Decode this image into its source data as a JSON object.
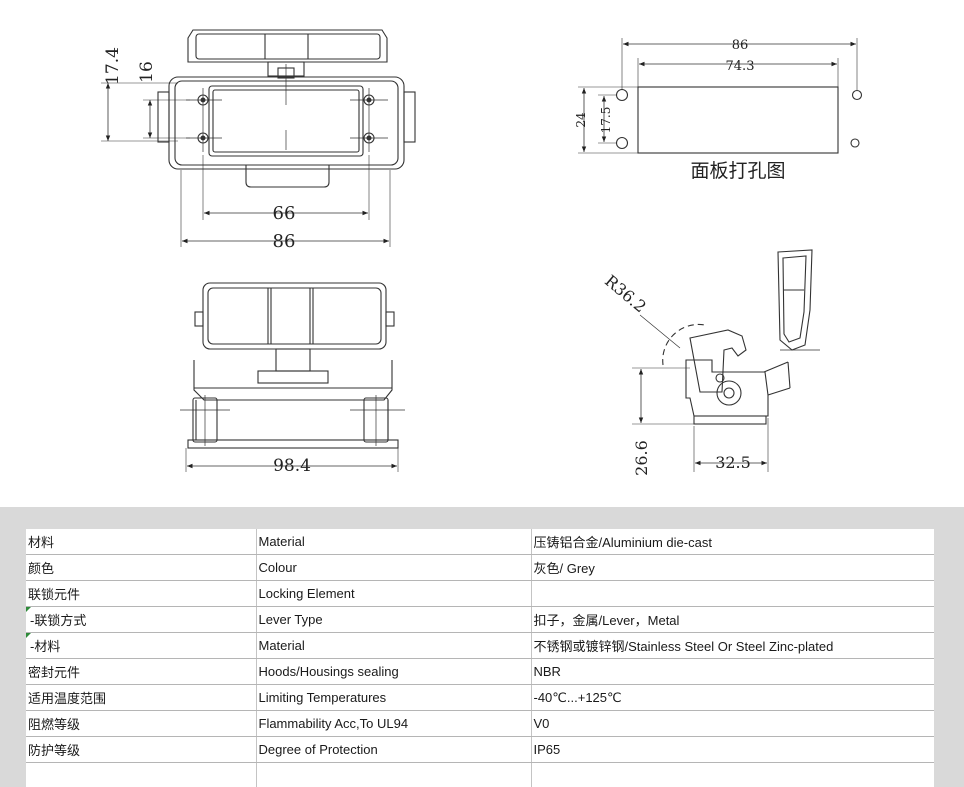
{
  "drawing": {
    "top_view": {
      "dims": [
        "17.4",
        "16",
        "66",
        "86"
      ]
    },
    "panel_cutout": {
      "dims": [
        "86",
        "74.3",
        "24",
        "17.5"
      ],
      "caption": "面板打孔图"
    },
    "front_view": {
      "dims": [
        "98.4"
      ]
    },
    "side_view": {
      "dims": [
        "R36.2",
        "26.6",
        "32.5"
      ]
    }
  },
  "spec_table": {
    "rows": [
      {
        "cn": "材料",
        "en": "Material",
        "value": "压铸铝合金/Aluminium die-cast",
        "sub": false
      },
      {
        "cn": "颜色",
        "en": "Colour",
        "value": "灰色/ Grey",
        "sub": false
      },
      {
        "cn": "联锁元件",
        "en": "Locking Element",
        "value": "",
        "sub": false
      },
      {
        "cn": " -联锁方式",
        "en": "Lever Type",
        "value": "扣子，金属/Lever，Metal",
        "sub": true
      },
      {
        "cn": " -材料",
        "en": "Material",
        "value": "不锈钢或镀锌钢/Stainless Steel Or Steel Zinc-plated",
        "sub": true
      },
      {
        "cn": "密封元件",
        "en": "Hoods/Housings sealing",
        "value": "NBR",
        "sub": false
      },
      {
        "cn": "适用温度范围",
        "en": "Limiting Temperatures",
        "value": "-40℃...+125℃",
        "sub": false
      },
      {
        "cn": "阻燃等级",
        "en": "Flammability Acc,To UL94",
        "value": "V0",
        "sub": false
      },
      {
        "cn": "防护等级",
        "en": "Degree of Protection",
        "value": "IP65",
        "sub": false
      }
    ]
  }
}
